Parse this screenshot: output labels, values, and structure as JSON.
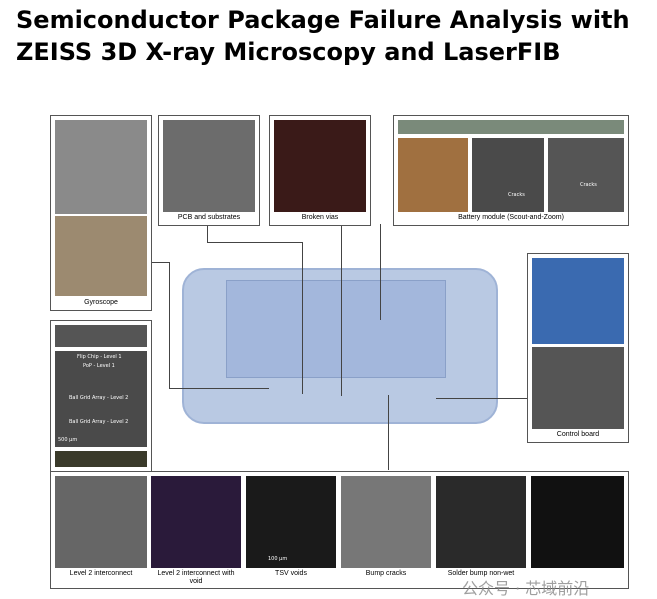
{
  "title_line1": "Semiconductor Package Failure Analysis with",
  "title_line2": "ZEISS 3D X-ray Microscopy and LaserFIB",
  "captions": {
    "gyroscope": "Gyroscope",
    "pcb": "PCB and substrates",
    "vias": "Broken vias",
    "battery": "Battery module (Scout-and-Zoom)",
    "control": "Control board",
    "l2": "Level 2 interconnect",
    "l2void": "Level 2 interconnect with void",
    "tsv": "TSV voids",
    "bump": "Bump cracks",
    "solder": "Solder bump non-wet"
  },
  "image_labels": {
    "flip": "Flip Chip - Level 1",
    "pop": "PoP - Level 1",
    "bga1": "Ball Grid Array - Level 2",
    "bga2": "Ball Grid Array - Level 2",
    "scale1": "500 µm",
    "scale2": "100 µm",
    "cracks1": "Cracks",
    "cracks2": "Cracks"
  },
  "watermark": "公众号 · 芯域前沿"
}
